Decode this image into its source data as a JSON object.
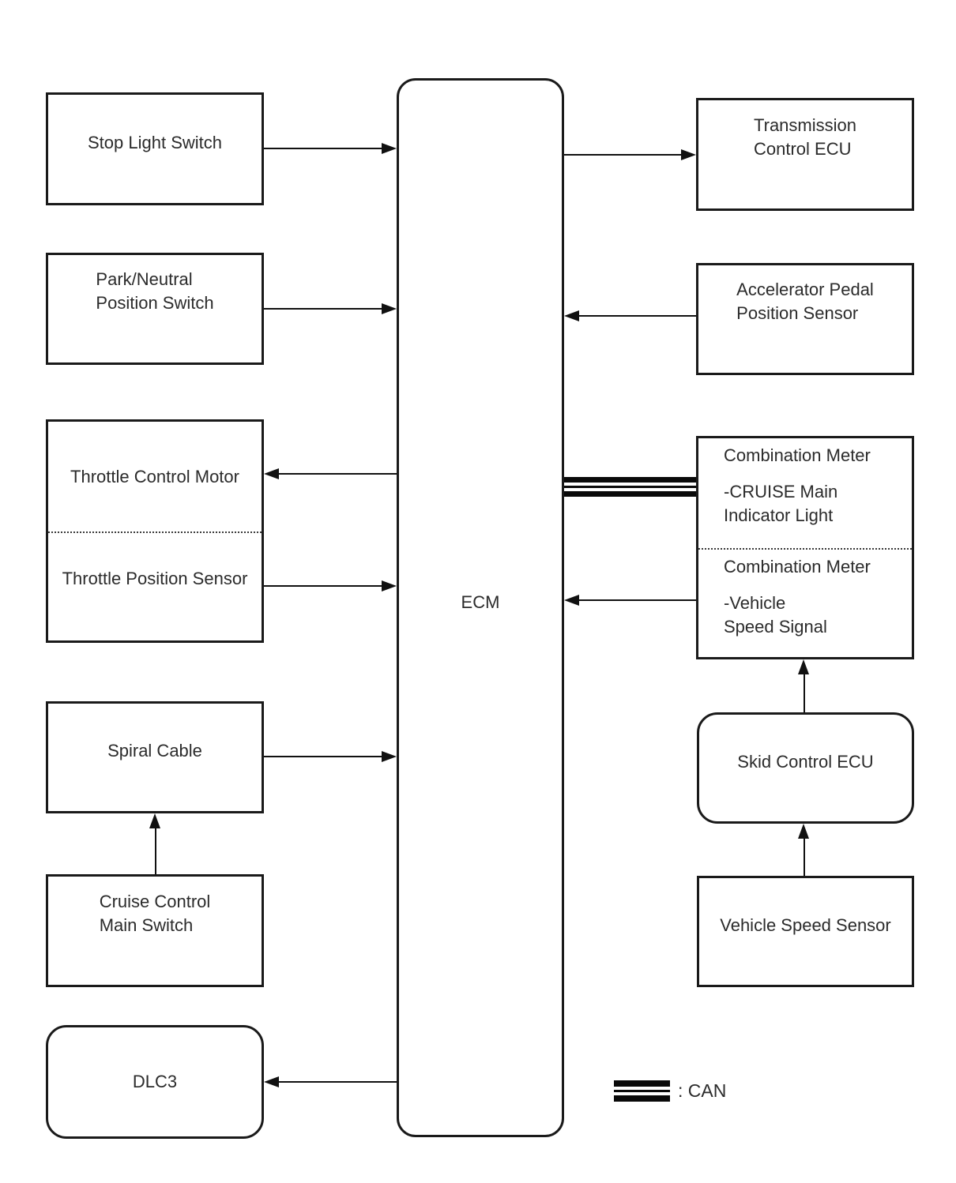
{
  "ecm": {
    "label": "ECM"
  },
  "boxes": {
    "stop_light_switch": {
      "label": "Stop Light Switch"
    },
    "park_neutral_position_switch": {
      "label": "Park/Neutral\nPosition Switch"
    },
    "throttle_control_motor": {
      "label": "Throttle Control Motor"
    },
    "throttle_position_sensor": {
      "label": "Throttle Position Sensor"
    },
    "spiral_cable": {
      "label": "Spiral Cable"
    },
    "cruise_control_main_switch": {
      "label": "Cruise Control\nMain Switch"
    },
    "dlc3": {
      "label": "DLC3"
    },
    "transmission_control_ecu": {
      "label": "Transmission\nControl ECU"
    },
    "accelerator_pedal_position_sensor": {
      "label": "Accelerator Pedal\nPosition Sensor"
    },
    "combination_meter_cruise": {
      "header": "Combination Meter",
      "sub": "-CRUISE Main\nIndicator Light"
    },
    "combination_meter_speed": {
      "header": "Combination Meter",
      "sub": "-Vehicle\nSpeed Signal"
    },
    "skid_control_ecu": {
      "label": "Skid Control ECU"
    },
    "vehicle_speed_sensor": {
      "label": "Vehicle Speed Sensor"
    }
  },
  "legend": {
    "can_label": ": CAN"
  },
  "colors": {
    "background": "#ffffff",
    "line": "#111111",
    "box_border": "#1a1a1a",
    "text": "#2b2b2b"
  }
}
